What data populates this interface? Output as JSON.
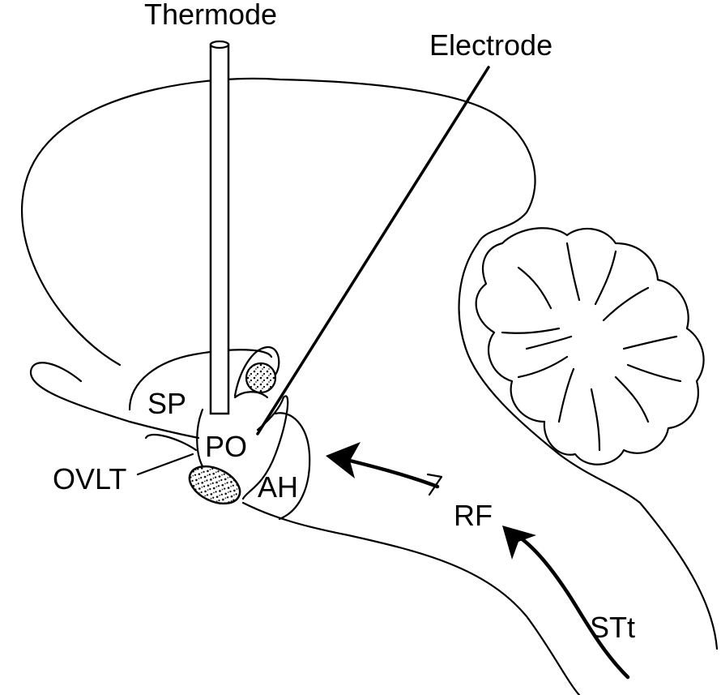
{
  "labels": {
    "thermode": "Thermode",
    "electrode": "Electrode",
    "sp": "SP",
    "po": "PO",
    "ah": "AH",
    "ovlt": "OVLT",
    "rf": "RF",
    "stt": "STt"
  },
  "colors": {
    "ink": "#000000",
    "background": "#ffffff"
  }
}
